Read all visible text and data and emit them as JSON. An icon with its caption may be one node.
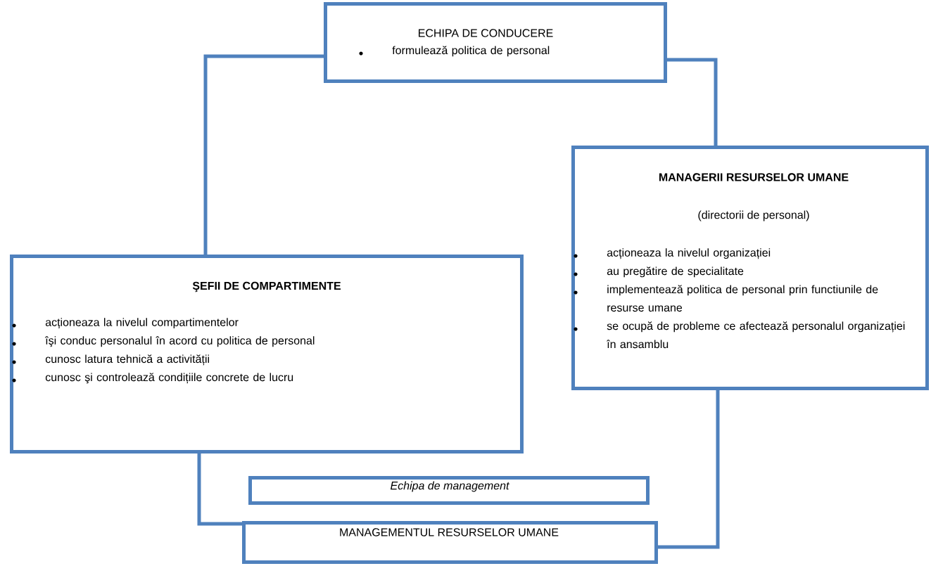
{
  "diagram": {
    "nodes": [
      {
        "text": [
          "ECHIPA DE CONDUCERE",
          "formulează politica de personal"
        ]
      },
      {
        "text": [
          "MANAGERII RESURSELOR UMANE",
          "(directorii de personal)",
          "acționeaza la nivelul organizației",
          "au pregătire de specialitate",
          "implementează politica de personal prin functiunile de resurse umane",
          "se ocupă de probleme ce afectează personalul organizației în ansamblu"
        ]
      },
      {
        "text": [
          "ŞEFII DE COMPARTIMENTE",
          "acționeaza la nivelul compartimentelor",
          "îşi conduc personalul în acord cu politica de personal",
          "cunosc latura tehnică a activității",
          "cunosc şi controlează condițiile concrete de lucru"
        ]
      },
      {
        "text": [
          "Echipa de management"
        ]
      },
      {
        "text": [
          "MANAGEMENTUL RESURSELOR UMANE"
        ]
      }
    ],
    "edges": [
      {
        "from": 2,
        "to": 0,
        "arrow": "none"
      },
      {
        "from": 0,
        "to": 1,
        "arrow": "none"
      },
      {
        "from": 2,
        "to": 4,
        "arrow": "none"
      },
      {
        "from": 1,
        "to": 4,
        "arrow": "none"
      }
    ]
  }
}
